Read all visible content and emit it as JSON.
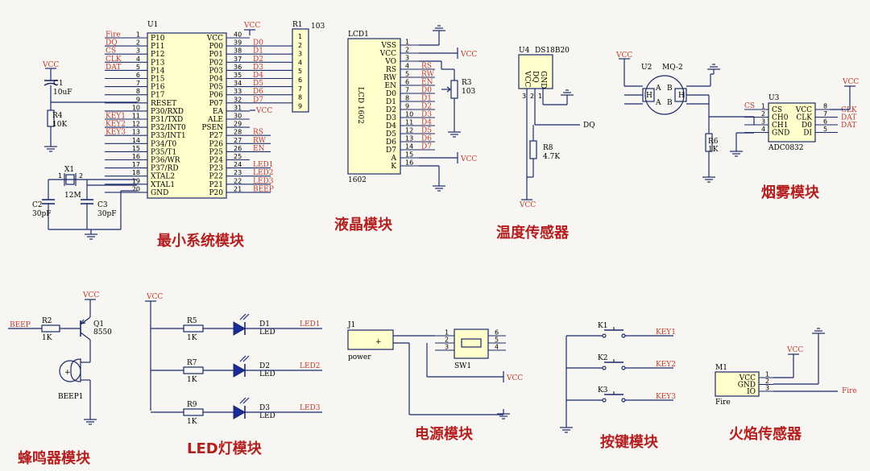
{
  "mcu": {
    "ref": "U1",
    "left_pins": [
      {
        "num": "1",
        "name": "P10",
        "net": "Fire"
      },
      {
        "num": "2",
        "name": "P11",
        "net": "DQ"
      },
      {
        "num": "3",
        "name": "P12",
        "net": "CS"
      },
      {
        "num": "4",
        "name": "P13",
        "net": "CLK"
      },
      {
        "num": "5",
        "name": "P14",
        "net": "DAT"
      },
      {
        "num": "6",
        "name": "P15",
        "net": ""
      },
      {
        "num": "7",
        "name": "P16",
        "net": ""
      },
      {
        "num": "8",
        "name": "P17",
        "net": ""
      },
      {
        "num": "9",
        "name": "RESET",
        "net": ""
      },
      {
        "num": "10",
        "name": "P30/RXD",
        "net": ""
      },
      {
        "num": "11",
        "name": "P31/TXD",
        "net": "KEY1"
      },
      {
        "num": "12",
        "name": "P32/INT0",
        "net": "KEY2"
      },
      {
        "num": "13",
        "name": "P33/INT1",
        "net": "KEY3"
      },
      {
        "num": "14",
        "name": "P34/T0",
        "net": ""
      },
      {
        "num": "15",
        "name": "P35/T1",
        "net": ""
      },
      {
        "num": "16",
        "name": "P36/WR",
        "net": ""
      },
      {
        "num": "17",
        "name": "P37/RD",
        "net": ""
      },
      {
        "num": "18",
        "name": "XTAL2",
        "net": ""
      },
      {
        "num": "19",
        "name": "XTAL1",
        "net": ""
      },
      {
        "num": "20",
        "name": "GND",
        "net": ""
      }
    ],
    "right_pins": [
      {
        "num": "40",
        "name": "VCC",
        "net": ""
      },
      {
        "num": "39",
        "name": "P00",
        "net": "D0"
      },
      {
        "num": "38",
        "name": "P01",
        "net": "D1"
      },
      {
        "num": "37",
        "name": "P02",
        "net": "D2"
      },
      {
        "num": "36",
        "name": "P03",
        "net": "D3"
      },
      {
        "num": "35",
        "name": "P04",
        "net": "D4"
      },
      {
        "num": "34",
        "name": "P05",
        "net": "D5"
      },
      {
        "num": "33",
        "name": "P06",
        "net": "D6"
      },
      {
        "num": "32",
        "name": "P07",
        "net": "D7"
      },
      {
        "num": "31",
        "name": "EA",
        "net": ""
      },
      {
        "num": "30",
        "name": "ALE",
        "net": ""
      },
      {
        "num": "29",
        "name": "PSEN",
        "net": ""
      },
      {
        "num": "28",
        "name": "P27",
        "net": "RS"
      },
      {
        "num": "27",
        "name": "P26",
        "net": "RW"
      },
      {
        "num": "26",
        "name": "P25",
        "net": "EN"
      },
      {
        "num": "25",
        "name": "P24",
        "net": ""
      },
      {
        "num": "24",
        "name": "P23",
        "net": "LED1"
      },
      {
        "num": "23",
        "name": "P22",
        "net": "LED2"
      },
      {
        "num": "22",
        "name": "P21",
        "net": "LED3"
      },
      {
        "num": "21",
        "name": "P20",
        "net": "BEEP"
      }
    ],
    "c1": "C1",
    "c1_val": "10uF",
    "r4": "R4",
    "r4_val": "10K",
    "x1": "X1",
    "x1_val": "12M",
    "c2": "C2",
    "c2_val": "30pF",
    "c3": "C3",
    "c3_val": "30pF",
    "r1": "R1",
    "r1_val": "103",
    "r1_pins": [
      "1",
      "2",
      "3",
      "4",
      "5",
      "6",
      "7",
      "8",
      "9"
    ],
    "x1_pin1": "1",
    "x1_pin2": "2",
    "vcc": "VCC"
  },
  "lcd": {
    "ref": "LCD1",
    "part": "1602",
    "body_text": "LCD 1602",
    "pins": [
      {
        "num": "1",
        "name": "VSS",
        "net": ""
      },
      {
        "num": "2",
        "name": "VCC",
        "net": ""
      },
      {
        "num": "3",
        "name": "VO",
        "net": ""
      },
      {
        "num": "4",
        "name": "RS",
        "net": "RS"
      },
      {
        "num": "5",
        "name": "RW",
        "net": "RW"
      },
      {
        "num": "6",
        "name": "EN",
        "net": "EN"
      },
      {
        "num": "7",
        "name": "D0",
        "net": "D0"
      },
      {
        "num": "8",
        "name": "D1",
        "net": "D1"
      },
      {
        "num": "9",
        "name": "D2",
        "net": "D2"
      },
      {
        "num": "10",
        "name": "D3",
        "net": "D3"
      },
      {
        "num": "11",
        "name": "D4",
        "net": "D4"
      },
      {
        "num": "12",
        "name": "D5",
        "net": "D5"
      },
      {
        "num": "13",
        "name": "D6",
        "net": "D6"
      },
      {
        "num": "14",
        "name": "D7",
        "net": "D7"
      },
      {
        "num": "15",
        "name": "A",
        "net": ""
      },
      {
        "num": "16",
        "name": "K",
        "net": ""
      }
    ],
    "r3": "R3",
    "r3_val": "103",
    "vcc": "VCC"
  },
  "temp": {
    "ref": "U4",
    "part": "DS18B20",
    "pins": [
      "VCC",
      "DQ",
      "GND"
    ],
    "pin_nums": [
      "3",
      "2",
      "1"
    ],
    "r8": "R8",
    "r8_val": "4.7K",
    "net": "DQ",
    "vcc": "VCC"
  },
  "smoke": {
    "u2": "U2",
    "mq": "MQ-2",
    "h_labels": [
      "A",
      "H",
      "A",
      "B",
      "H",
      "B"
    ],
    "u3": "U3",
    "adc": "ADC0832",
    "left_pins": [
      {
        "num": "1",
        "name": "CS",
        "net": "CS"
      },
      {
        "num": "2",
        "name": "CH0",
        "net": ""
      },
      {
        "num": "3",
        "name": "CH1",
        "net": ""
      },
      {
        "num": "4",
        "name": "GND",
        "net": ""
      }
    ],
    "right_pins": [
      {
        "num": "8",
        "name": "VCC",
        "net": "CLK"
      },
      {
        "num": "7",
        "name": "CLK",
        "net": "DAT"
      },
      {
        "num": "6",
        "name": "D0",
        "net": "DAT"
      },
      {
        "num": "5",
        "name": "DI",
        "net": ""
      }
    ],
    "r6": "R6",
    "r6_val": "1K",
    "vcc": "VCC"
  },
  "beep": {
    "net": "BEEP",
    "r2": "R2",
    "r2_val": "1K",
    "q1": "Q1",
    "q1_val": "8550",
    "b1": "BEEP1",
    "vcc": "VCC"
  },
  "leds": {
    "vcc": "VCC",
    "rows": [
      {
        "r": "R5",
        "rv": "1K",
        "d": "D1",
        "dv": "LED",
        "net": "LED1"
      },
      {
        "r": "R7",
        "rv": "1K",
        "d": "D2",
        "dv": "LED",
        "net": "LED2"
      },
      {
        "r": "R9",
        "rv": "1K",
        "d": "D3",
        "dv": "LED",
        "net": "LED3"
      }
    ]
  },
  "power": {
    "j1": "J1",
    "j1_val": "power",
    "plus": "+",
    "sw1": "SW1",
    "pins_l": [
      "1",
      "2",
      "3"
    ],
    "pins_r": [
      "6",
      "5",
      "4"
    ],
    "vcc": "VCC"
  },
  "keys": {
    "rows": [
      {
        "k": "K1",
        "net": "KEY1"
      },
      {
        "k": "K2",
        "net": "KEY2"
      },
      {
        "k": "K3",
        "net": "KEY3"
      }
    ]
  },
  "flame": {
    "m1": "M1",
    "part": "Fire",
    "pins": [
      {
        "num": "1",
        "name": "VCC"
      },
      {
        "num": "2",
        "name": "GND"
      },
      {
        "num": "3",
        "name": "IO"
      }
    ],
    "net": "Fire",
    "vcc": "VCC"
  },
  "titles": {
    "min_system": "最小系统模块",
    "lcd": "液晶模块",
    "temp": "温度传感器",
    "smoke": "烟雾模块",
    "beep": "蜂鸣器模块",
    "led": "LED灯模块",
    "power": "电源模块",
    "key": "按键模块",
    "flame": "火焰传感器"
  }
}
